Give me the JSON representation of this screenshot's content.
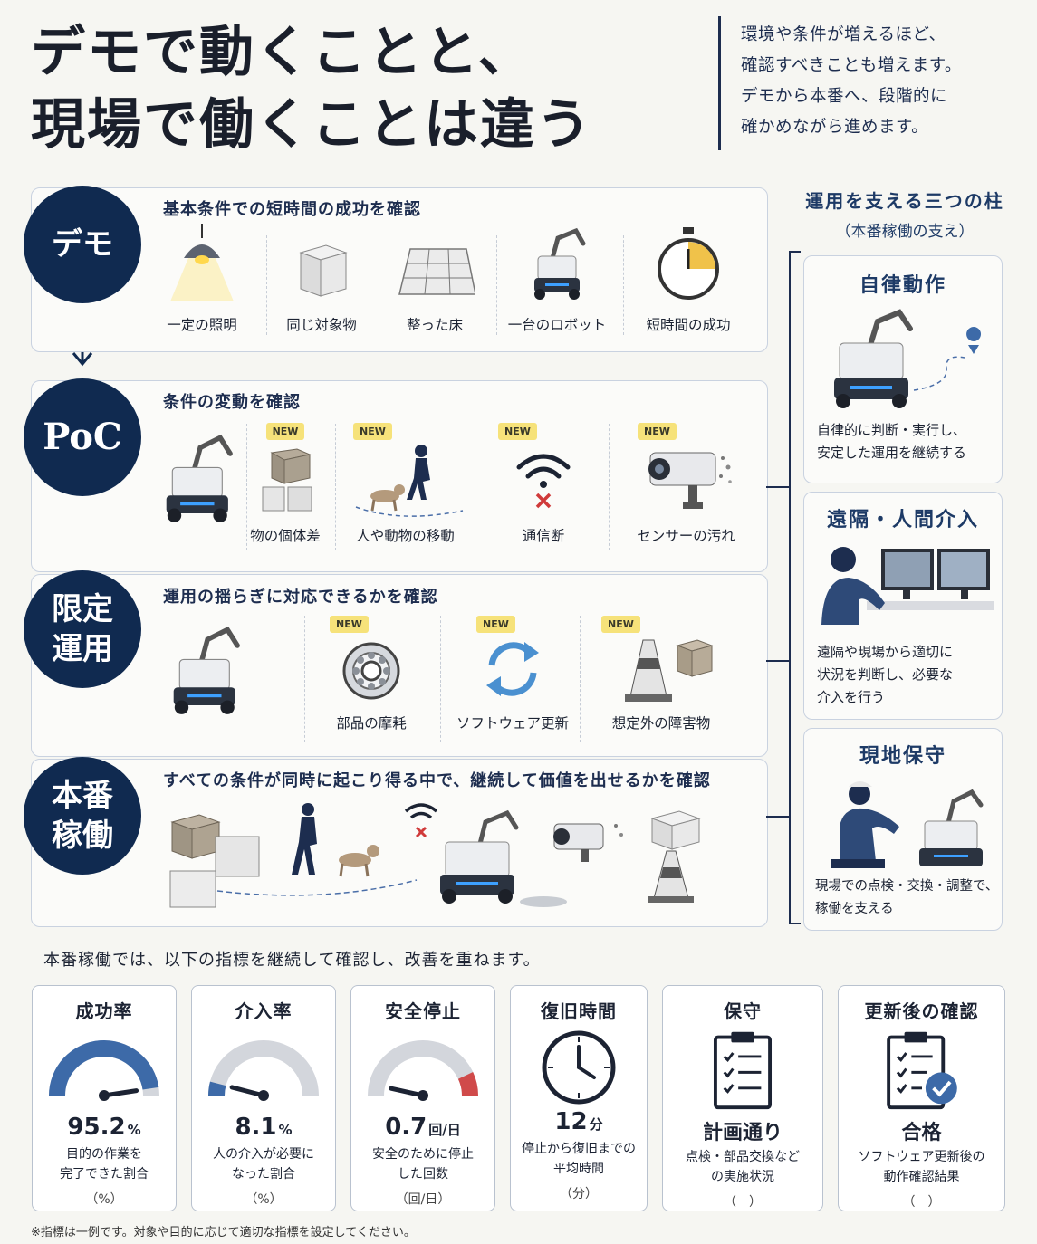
{
  "header": {
    "title_line1": "デモで動くことと、",
    "title_line2": "現場で働くことは違う",
    "intro_lines": [
      "環境や条件が増えるほど、",
      "確認すべきことも増えます。",
      "デモから本番へ、段階的に",
      "確かめながら進めます。"
    ]
  },
  "stages": [
    {
      "name": "デモ",
      "description": "基本条件での短時間の成功を確認",
      "items": [
        {
          "label": "一定の照明",
          "icon": "lamp-icon",
          "new": false
        },
        {
          "label": "同じ対象物",
          "icon": "box-icon",
          "new": false
        },
        {
          "label": "整った床",
          "icon": "floor-tiles-icon",
          "new": false
        },
        {
          "label": "一台のロボット",
          "icon": "robot-icon",
          "new": false
        },
        {
          "label": "短時間の成功",
          "icon": "stopwatch-icon",
          "new": false
        }
      ]
    },
    {
      "name": "PoC",
      "description": "条件の変動を確認",
      "items": [
        {
          "label": "物の個体差",
          "icon": "boxes-icon",
          "new": true
        },
        {
          "label": "人や動物の移動",
          "icon": "person-dog-icon",
          "new": true
        },
        {
          "label": "通信断",
          "icon": "wifi-off-icon",
          "new": true
        },
        {
          "label": "センサーの汚れ",
          "icon": "dirty-camera-icon",
          "new": true
        }
      ]
    },
    {
      "name_line1": "限定",
      "name_line2": "運用",
      "description": "運用の揺らぎに対応できるかを確認",
      "items": [
        {
          "label": "部品の摩耗",
          "icon": "bearing-icon",
          "new": true
        },
        {
          "label": "ソフトウェア更新",
          "icon": "refresh-icon",
          "new": true
        },
        {
          "label": "想定外の障害物",
          "icon": "cone-box-icon",
          "new": true
        }
      ]
    },
    {
      "name_line1": "本番",
      "name_line2": "稼働",
      "description": "すべての条件が同時に起こり得る中で、継続して価値を出せるかを確認"
    }
  ],
  "new_badge": "NEW",
  "pillars": {
    "heading": "運用を支える三つの柱",
    "subheading": "（本番稼働の支え）",
    "items": [
      {
        "title": "自律動作",
        "icon": "autonomous-robot-icon",
        "desc_lines": [
          "自律的に判断・実行し、",
          "安定した運用を継続する"
        ]
      },
      {
        "title": "遠隔・人間介入",
        "icon": "remote-operator-icon",
        "desc_lines": [
          "遠隔や現場から適切に",
          "状況を判断し、必要な",
          "介入を行う"
        ]
      },
      {
        "title": "現地保守",
        "icon": "maintenance-worker-icon",
        "desc_lines": [
          "現場での点検・交換・調整で、",
          "稼働を支える"
        ]
      }
    ]
  },
  "kpi_intro": "本番稼働では、以下の指標を継続して確認し、改善を重ねます。",
  "kpis": [
    {
      "title": "成功率",
      "value": "95.2",
      "unit": "%",
      "desc_lines": [
        "目的の作業を",
        "完了できた割合"
      ],
      "unit_line": "（%）",
      "gauge_fraction": 0.952,
      "color": "#3d6aa8"
    },
    {
      "title": "介入率",
      "value": "8.1",
      "unit": "%",
      "desc_lines": [
        "人の介入が必要に",
        "なった割合"
      ],
      "unit_line": "（%）",
      "gauge_fraction": 0.081,
      "color": "#3d6aa8"
    },
    {
      "title": "安全停止",
      "value": "0.7",
      "unit": "回/日",
      "desc_lines": [
        "安全のために停止",
        "した回数"
      ],
      "unit_line": "（回/日）",
      "gauge_fraction": 0.07,
      "color": "#d04a4a"
    },
    {
      "title": "復旧時間",
      "value": "12",
      "unit": "分",
      "desc_lines": [
        "停止から復旧までの",
        "平均時間"
      ],
      "unit_line": "（分）",
      "icon": "clock-icon"
    },
    {
      "title": "保守",
      "value": "計画通り",
      "unit": "",
      "desc_lines": [
        "点検・部品交換など",
        "の実施状況"
      ],
      "unit_line": "（－）",
      "icon": "clipboard-icon"
    },
    {
      "title": "更新後の確認",
      "value": "合格",
      "unit": "",
      "desc_lines": [
        "ソフトウェア更新後の",
        "動作確認結果"
      ],
      "unit_line": "（－）",
      "icon": "clipboard-check-icon"
    }
  ],
  "footnote": "※指標は一例です。対象や目的に応じて適切な指標を設定してください。",
  "colors": {
    "navy": "#102a50",
    "accent_blue": "#3d6aa8",
    "alert_red": "#d04a4a",
    "new_badge": "#f6e27a"
  }
}
